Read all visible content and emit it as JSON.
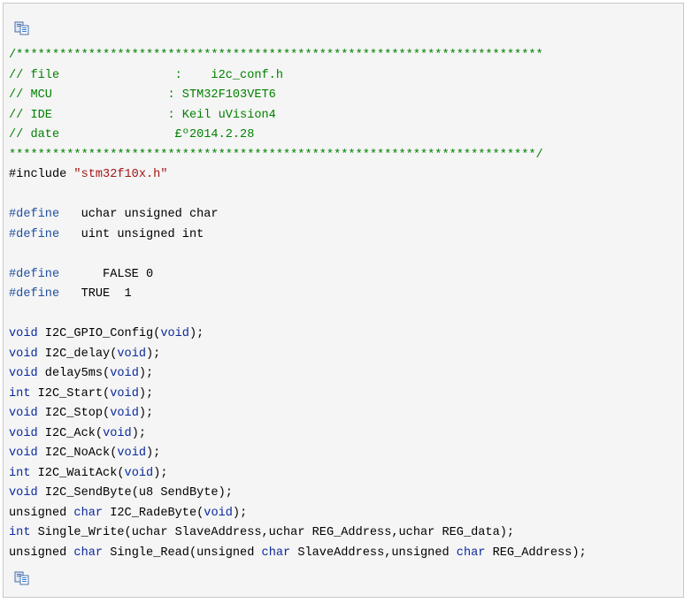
{
  "code": {
    "lines": [
      [
        {
          "c": "cm",
          "t": "/*************************************************************************"
        }
      ],
      [
        {
          "c": "cm",
          "t": "// file                :    i2c_conf.h"
        }
      ],
      [
        {
          "c": "cm",
          "t": "// MCU                : STM32F103VET6"
        }
      ],
      [
        {
          "c": "cm",
          "t": "// IDE                : Keil uVision4"
        }
      ],
      [
        {
          "c": "cm",
          "t": "// date                £º2014.2.28"
        }
      ],
      [
        {
          "c": "cm",
          "t": "*************************************************************************/"
        }
      ],
      [
        {
          "c": "tx",
          "t": "#include "
        },
        {
          "c": "str",
          "t": "\"stm32f10x.h\""
        }
      ],
      [],
      [
        {
          "c": "pp",
          "t": "#define"
        },
        {
          "c": "tx",
          "t": "   uchar unsigned char"
        }
      ],
      [
        {
          "c": "pp",
          "t": "#define"
        },
        {
          "c": "tx",
          "t": "   uint unsigned int"
        }
      ],
      [],
      [
        {
          "c": "pp",
          "t": "#define"
        },
        {
          "c": "tx",
          "t": "      FALSE 0"
        }
      ],
      [
        {
          "c": "pp",
          "t": "#define"
        },
        {
          "c": "tx",
          "t": "   TRUE  1"
        }
      ],
      [],
      [
        {
          "c": "kw",
          "t": "void"
        },
        {
          "c": "tx",
          "t": " I2C_GPIO_Config("
        },
        {
          "c": "kw",
          "t": "void"
        },
        {
          "c": "tx",
          "t": ");"
        }
      ],
      [
        {
          "c": "kw",
          "t": "void"
        },
        {
          "c": "tx",
          "t": " I2C_delay("
        },
        {
          "c": "kw",
          "t": "void"
        },
        {
          "c": "tx",
          "t": ");"
        }
      ],
      [
        {
          "c": "kw",
          "t": "void"
        },
        {
          "c": "tx",
          "t": " delay5ms("
        },
        {
          "c": "kw",
          "t": "void"
        },
        {
          "c": "tx",
          "t": ");"
        }
      ],
      [
        {
          "c": "kw",
          "t": "int"
        },
        {
          "c": "tx",
          "t": " I2C_Start("
        },
        {
          "c": "kw",
          "t": "void"
        },
        {
          "c": "tx",
          "t": ");"
        }
      ],
      [
        {
          "c": "kw",
          "t": "void"
        },
        {
          "c": "tx",
          "t": " I2C_Stop("
        },
        {
          "c": "kw",
          "t": "void"
        },
        {
          "c": "tx",
          "t": ");"
        }
      ],
      [
        {
          "c": "kw",
          "t": "void"
        },
        {
          "c": "tx",
          "t": " I2C_Ack("
        },
        {
          "c": "kw",
          "t": "void"
        },
        {
          "c": "tx",
          "t": ");"
        }
      ],
      [
        {
          "c": "kw",
          "t": "void"
        },
        {
          "c": "tx",
          "t": " I2C_NoAck("
        },
        {
          "c": "kw",
          "t": "void"
        },
        {
          "c": "tx",
          "t": ");"
        }
      ],
      [
        {
          "c": "kw",
          "t": "int"
        },
        {
          "c": "tx",
          "t": " I2C_WaitAck("
        },
        {
          "c": "kw",
          "t": "void"
        },
        {
          "c": "tx",
          "t": ");"
        }
      ],
      [
        {
          "c": "kw",
          "t": "void"
        },
        {
          "c": "tx",
          "t": " I2C_SendByte(u8 SendByte);"
        }
      ],
      [
        {
          "c": "tx",
          "t": "unsigned "
        },
        {
          "c": "kw",
          "t": "char"
        },
        {
          "c": "tx",
          "t": " I2C_RadeByte("
        },
        {
          "c": "kw",
          "t": "void"
        },
        {
          "c": "tx",
          "t": ");"
        }
      ],
      [
        {
          "c": "kw",
          "t": "int"
        },
        {
          "c": "tx",
          "t": " Single_Write(uchar SlaveAddress,uchar REG_Address,uchar REG_data);"
        }
      ],
      [
        {
          "c": "tx",
          "t": "unsigned "
        },
        {
          "c": "kw",
          "t": "char"
        },
        {
          "c": "tx",
          "t": " Single_Read(unsigned "
        },
        {
          "c": "kw",
          "t": "char"
        },
        {
          "c": "tx",
          "t": " SlaveAddress,unsigned "
        },
        {
          "c": "kw",
          "t": "char"
        },
        {
          "c": "tx",
          "t": " REG_Address);"
        }
      ]
    ]
  },
  "icons": {
    "copy_top": "copy-icon",
    "copy_bottom": "copy-icon"
  },
  "colors": {
    "comment": "#008200",
    "keyword": "#0a2a9c",
    "preprocessor": "#1f4fa0",
    "string": "#a31515",
    "text": "#000000",
    "background": "#f5f5f5",
    "border": "#c8c8c8"
  }
}
